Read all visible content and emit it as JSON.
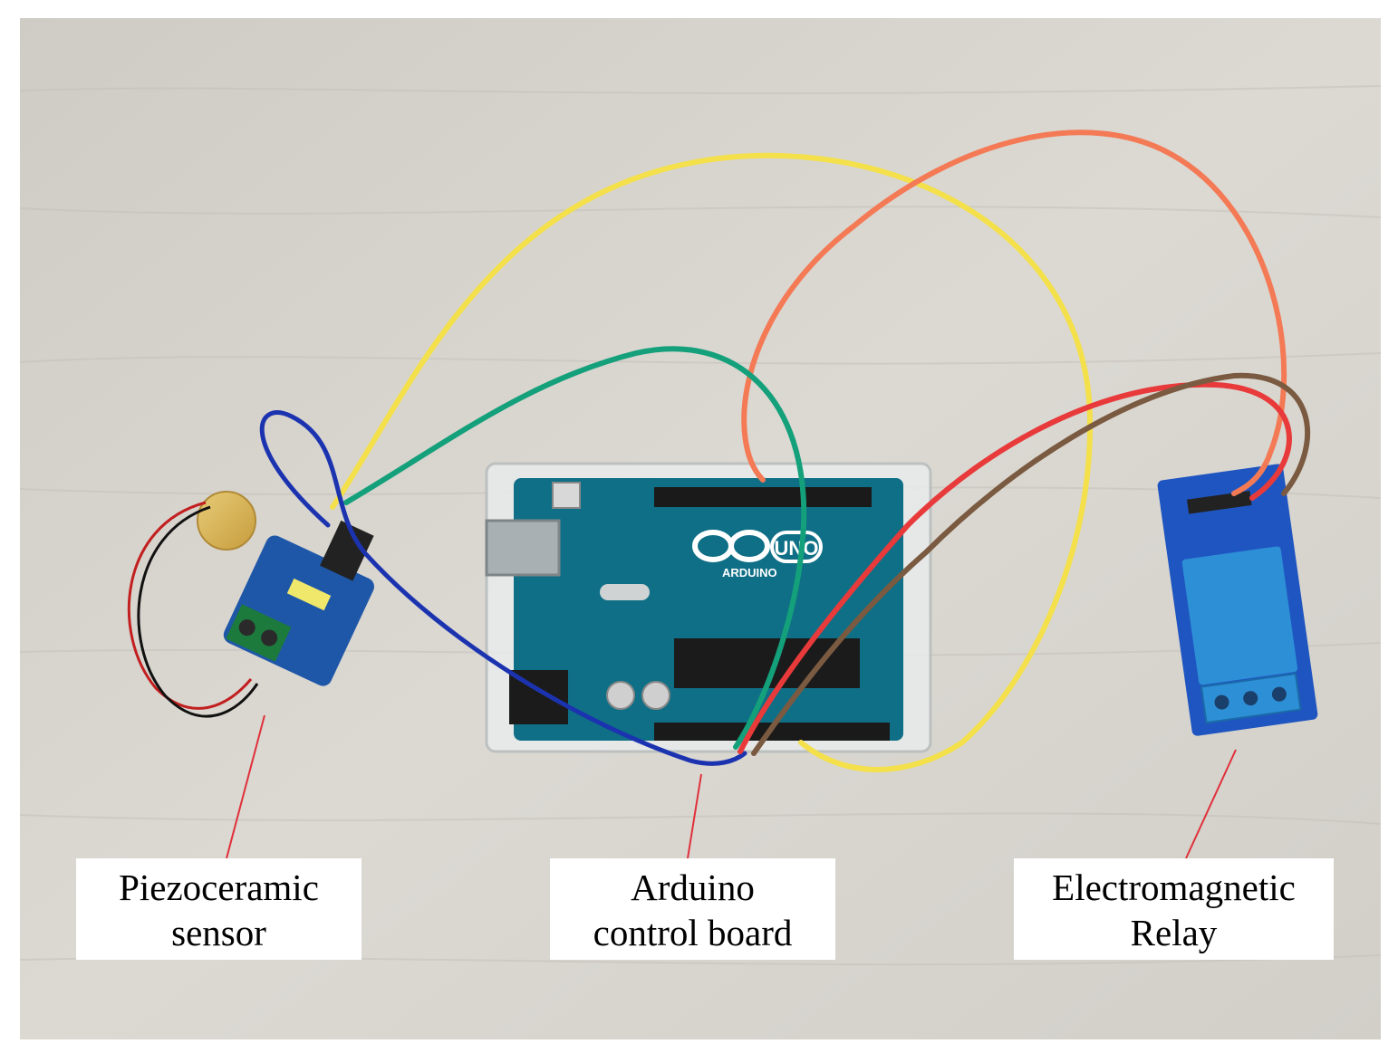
{
  "figure": {
    "labels": [
      {
        "id": "piezo",
        "line1": "Piezoceramic",
        "line2": "sensor"
      },
      {
        "id": "arduino",
        "line1": "Arduino",
        "line2": "control board"
      },
      {
        "id": "relay",
        "line1": "Electromagnetic",
        "line2": "Relay"
      }
    ],
    "board_text": {
      "uno": "UNO",
      "brand": "ARDUINO"
    }
  },
  "colors": {
    "background": "#d7d4ce",
    "board": "#0f6f86",
    "wire_yellow": "#f3e04a",
    "wire_orange": "#f47a55",
    "wire_green": "#13a07a",
    "wire_blue": "#1c33b0",
    "wire_red": "#e83a3a",
    "wire_brown": "#7a5a40",
    "relay_board": "#1f55c0",
    "relay_block": "#2d8fd6",
    "callout_line": "#e0303a"
  }
}
